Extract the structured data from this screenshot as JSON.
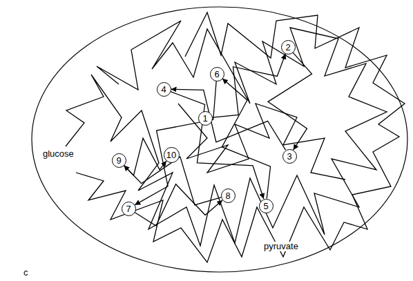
{
  "diagram": {
    "nodes": [
      {
        "text": [
          "1"
        ]
      },
      {
        "text": [
          "2"
        ]
      },
      {
        "text": [
          "3"
        ]
      },
      {
        "text": [
          "4"
        ]
      },
      {
        "text": [
          "5"
        ]
      },
      {
        "text": [
          "6"
        ]
      },
      {
        "text": [
          "7"
        ]
      },
      {
        "text": [
          "8"
        ]
      },
      {
        "text": [
          "9"
        ]
      },
      {
        "text": [
          "10"
        ]
      }
    ],
    "edges": [
      {
        "from": 0,
        "to": 1,
        "arrow": "to"
      },
      {
        "from": 1,
        "to": 2,
        "arrow": "to"
      },
      {
        "from": 2,
        "to": 3,
        "arrow": "to"
      },
      {
        "from": 3,
        "to": 4,
        "arrow": "to"
      },
      {
        "from": 4,
        "to": 5,
        "arrow": "to"
      },
      {
        "from": 5,
        "to": 6,
        "arrow": "to"
      },
      {
        "from": 6,
        "to": 7,
        "arrow": "to"
      },
      {
        "from": 7,
        "to": 8,
        "arrow": "to"
      },
      {
        "from": 8,
        "to": 9,
        "arrow": "to"
      }
    ],
    "labels": [
      "glucose",
      "pyruvate",
      "c"
    ]
  }
}
